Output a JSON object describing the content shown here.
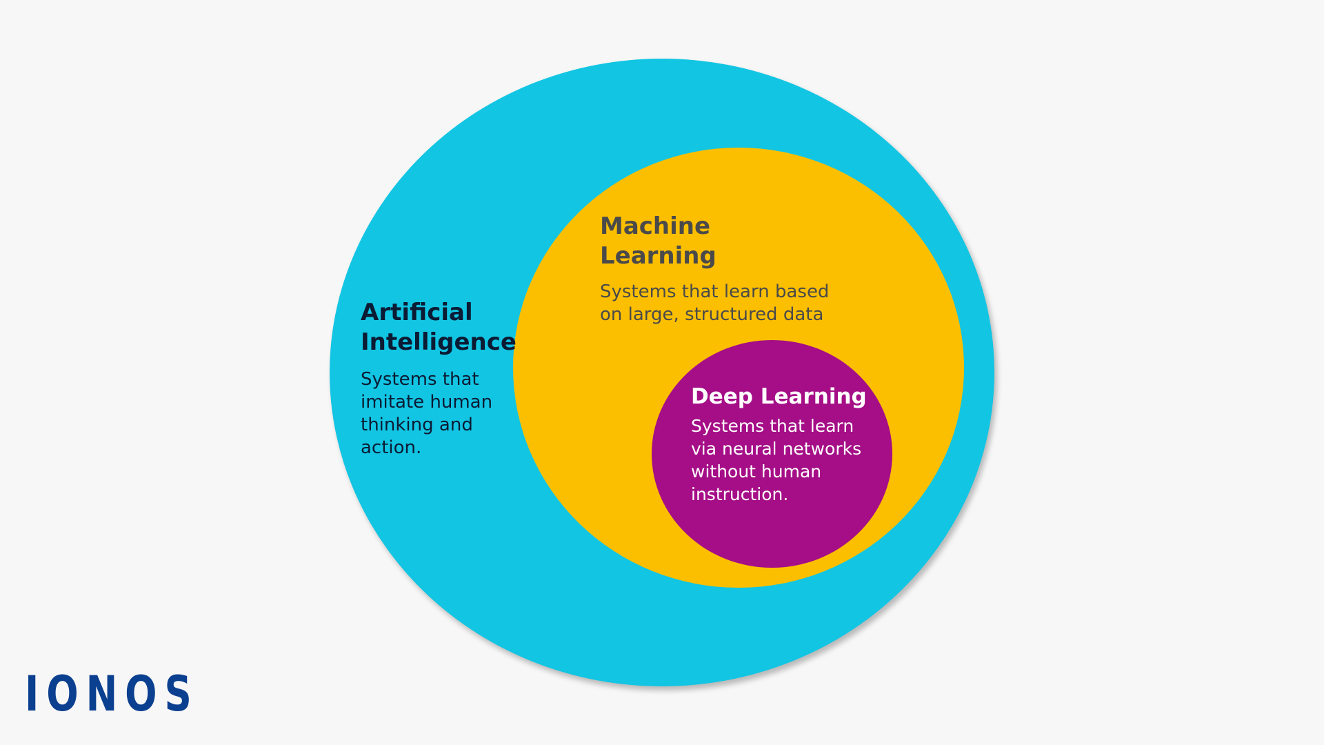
{
  "colors": {
    "background": "#f7f7f7",
    "ai_circle": "#12c5e3",
    "ml_circle": "#fcbf00",
    "dl_circle": "#a50e87",
    "ai_text": "#0b1b33",
    "ml_text": "#4a4a4a",
    "dl_text": "#ffffff",
    "brand": "#0b3f8f"
  },
  "diagram": {
    "artificial_intelligence": {
      "title": "Artificial Intelligence",
      "description": "Systems that imitate human thinking and action."
    },
    "machine_learning": {
      "title": "Machine Learning",
      "description": "Systems that learn based on large, structured data"
    },
    "deep_learning": {
      "title": "Deep Learning",
      "description": "Systems that learn via neural networks without human instruction."
    }
  },
  "brand": {
    "logo_text": "IONOS"
  }
}
